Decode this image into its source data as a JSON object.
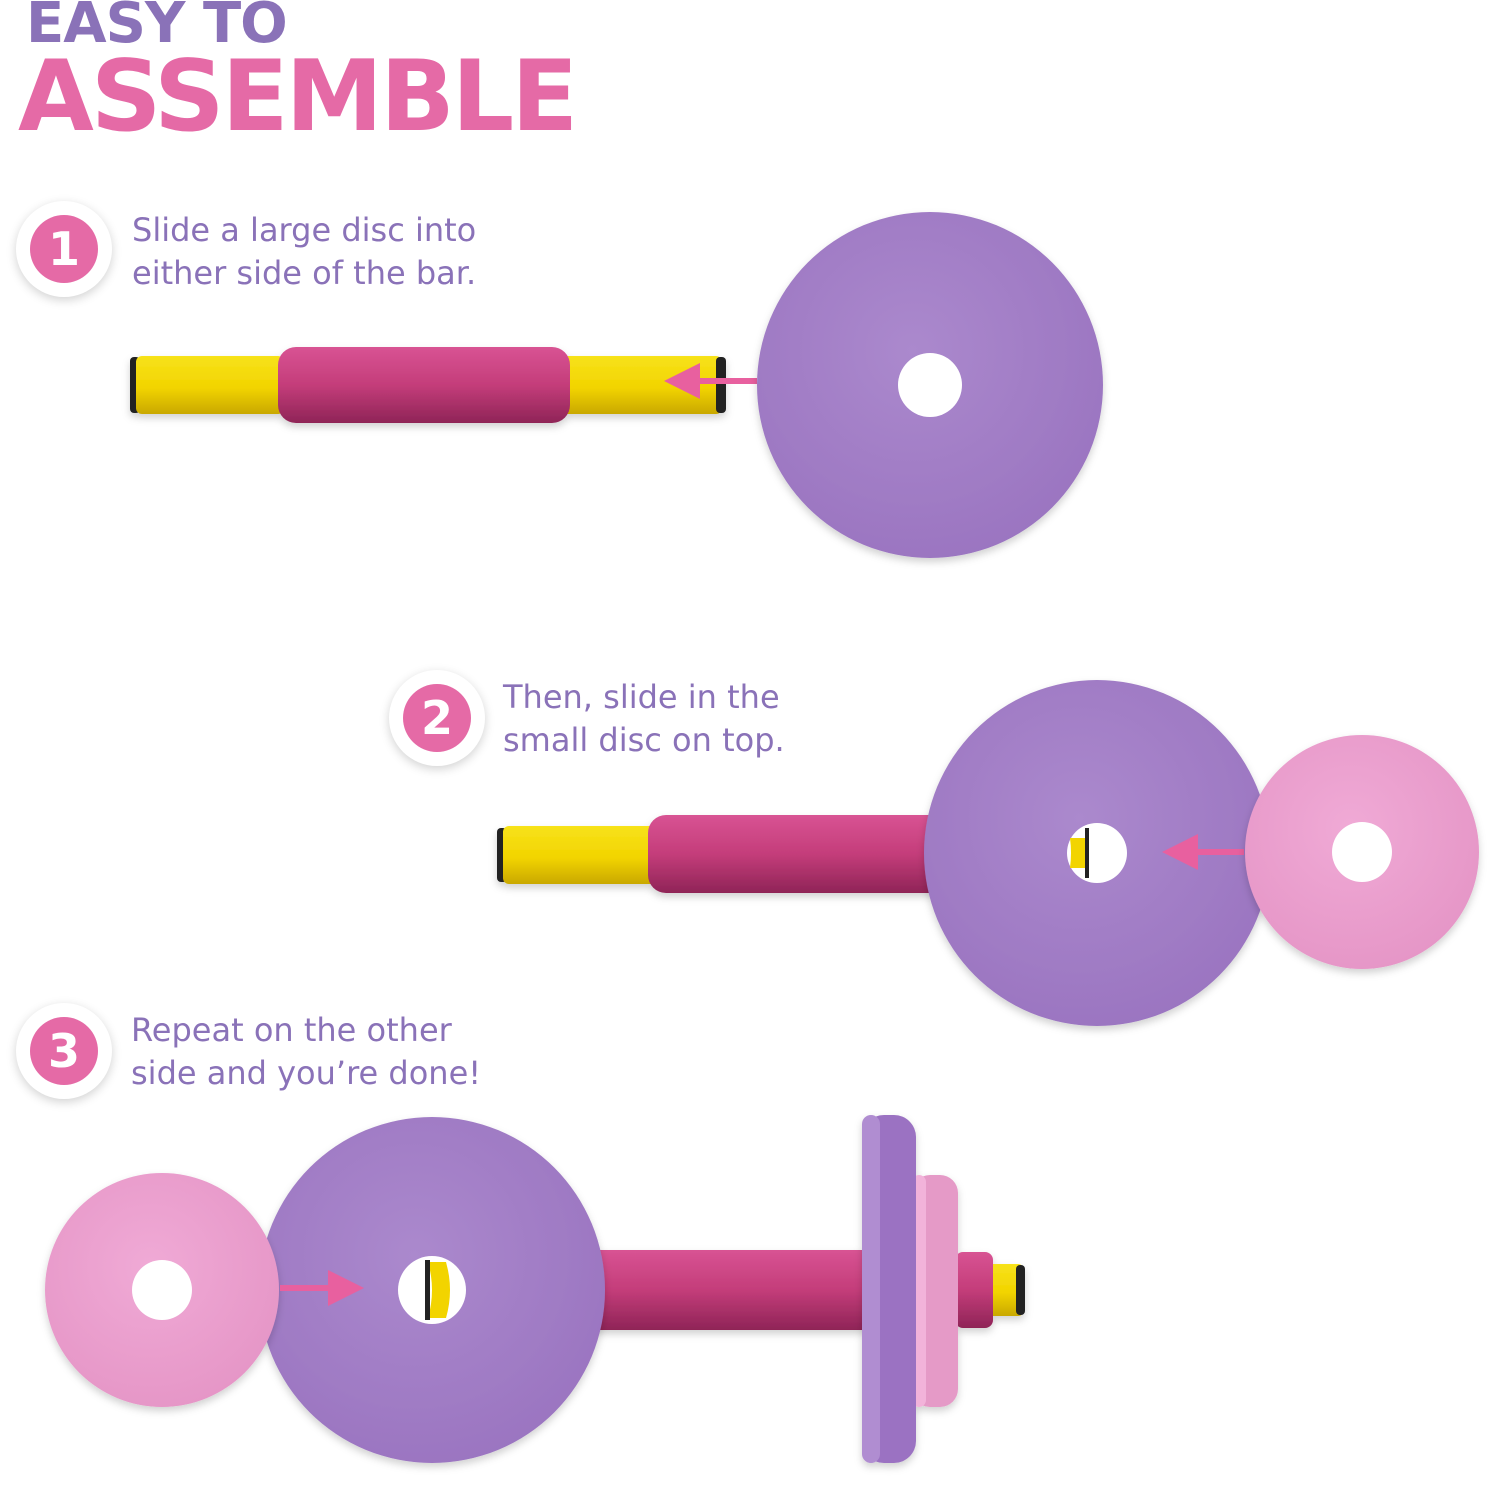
{
  "header": {
    "line1": "EASY TO",
    "line2": "ASSEMBLE"
  },
  "steps": [
    {
      "number": "1",
      "lines": [
        "Slide a large disc into",
        "either side of the bar."
      ]
    },
    {
      "number": "2",
      "lines": [
        "Then, slide in the",
        "small disc on top."
      ]
    },
    {
      "number": "3",
      "lines": [
        "Repeat on the other",
        "side and you’re done!"
      ]
    }
  ],
  "colors": {
    "title_purple": "#8a72b8",
    "accent_pink": "#e56aa6",
    "large_disc_purple": "#a27ec6",
    "small_disc_pink": "#eaa0cf",
    "grip_magenta": "#c43d7a",
    "bar_yellow": "#f2d400"
  }
}
